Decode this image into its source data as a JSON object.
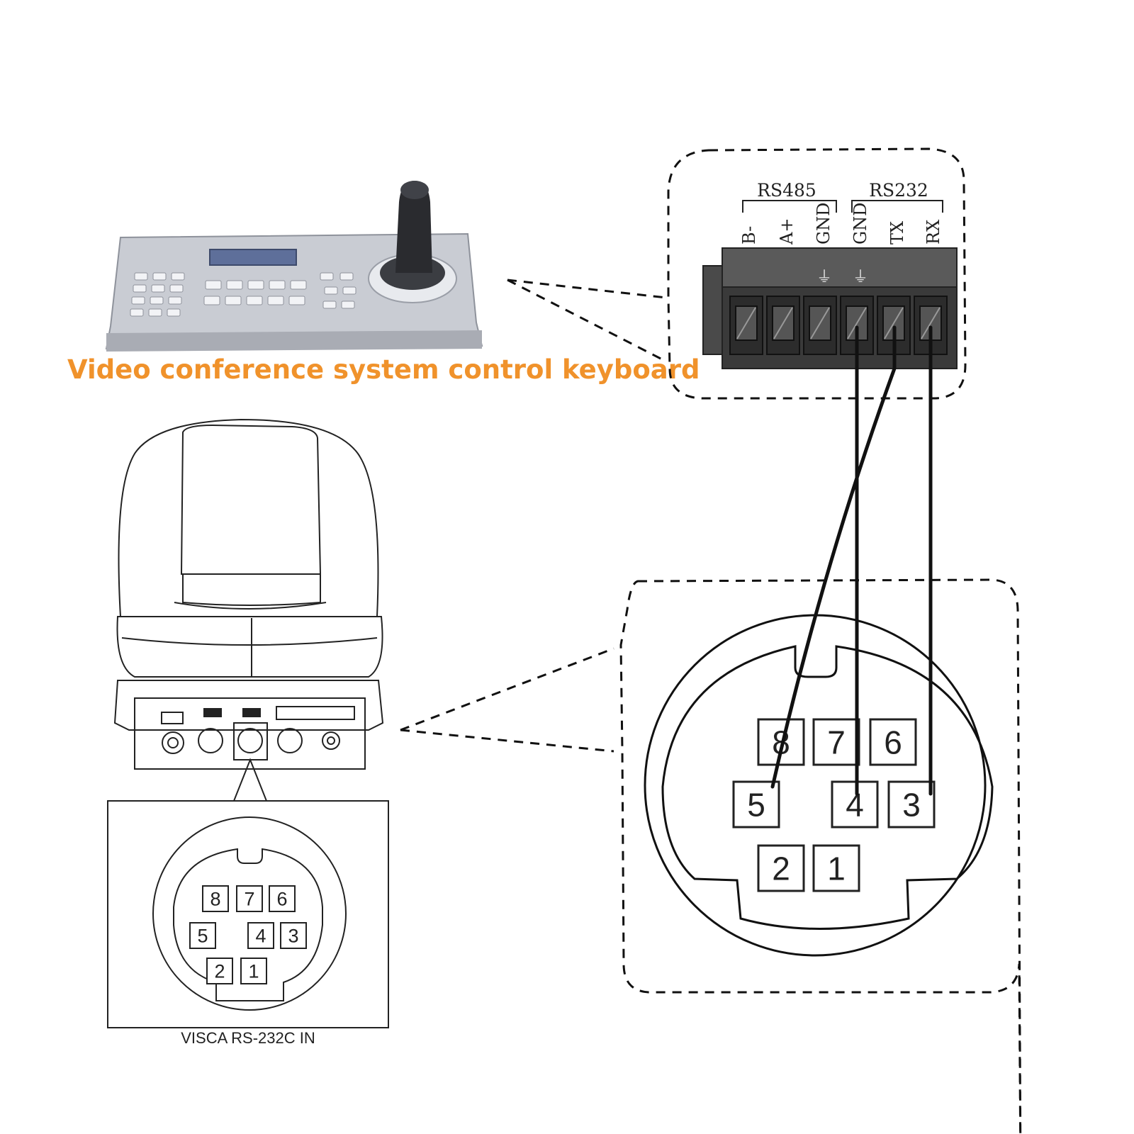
{
  "caption": "Video conference system control keyboard",
  "colors": {
    "caption": "#f0922b",
    "line": "#111111",
    "terminal_block": "#3a3a3a",
    "keyboard_body": "#b9bcc4"
  },
  "terminal": {
    "groups": [
      {
        "name": "RS485",
        "terminals": [
          "B-",
          "A+",
          "GND"
        ]
      },
      {
        "name": "RS232",
        "terminals": [
          "GND",
          "TX",
          "RX"
        ]
      }
    ],
    "ground_symbol_terminals": [
      "GND",
      "GND"
    ]
  },
  "connector": {
    "pins_top_row": [
      "8",
      "7",
      "6"
    ],
    "pins_middle_row": [
      "5",
      "4",
      "3"
    ],
    "pins_bottom_row": [
      "2",
      "1"
    ]
  },
  "wiring": [
    {
      "from": "GND",
      "to_pin": "4"
    },
    {
      "from": "TX",
      "to_pin": "5"
    },
    {
      "from": "RX",
      "to_pin": "3"
    }
  ],
  "camera_port_label": "VISCA RS-232C IN"
}
